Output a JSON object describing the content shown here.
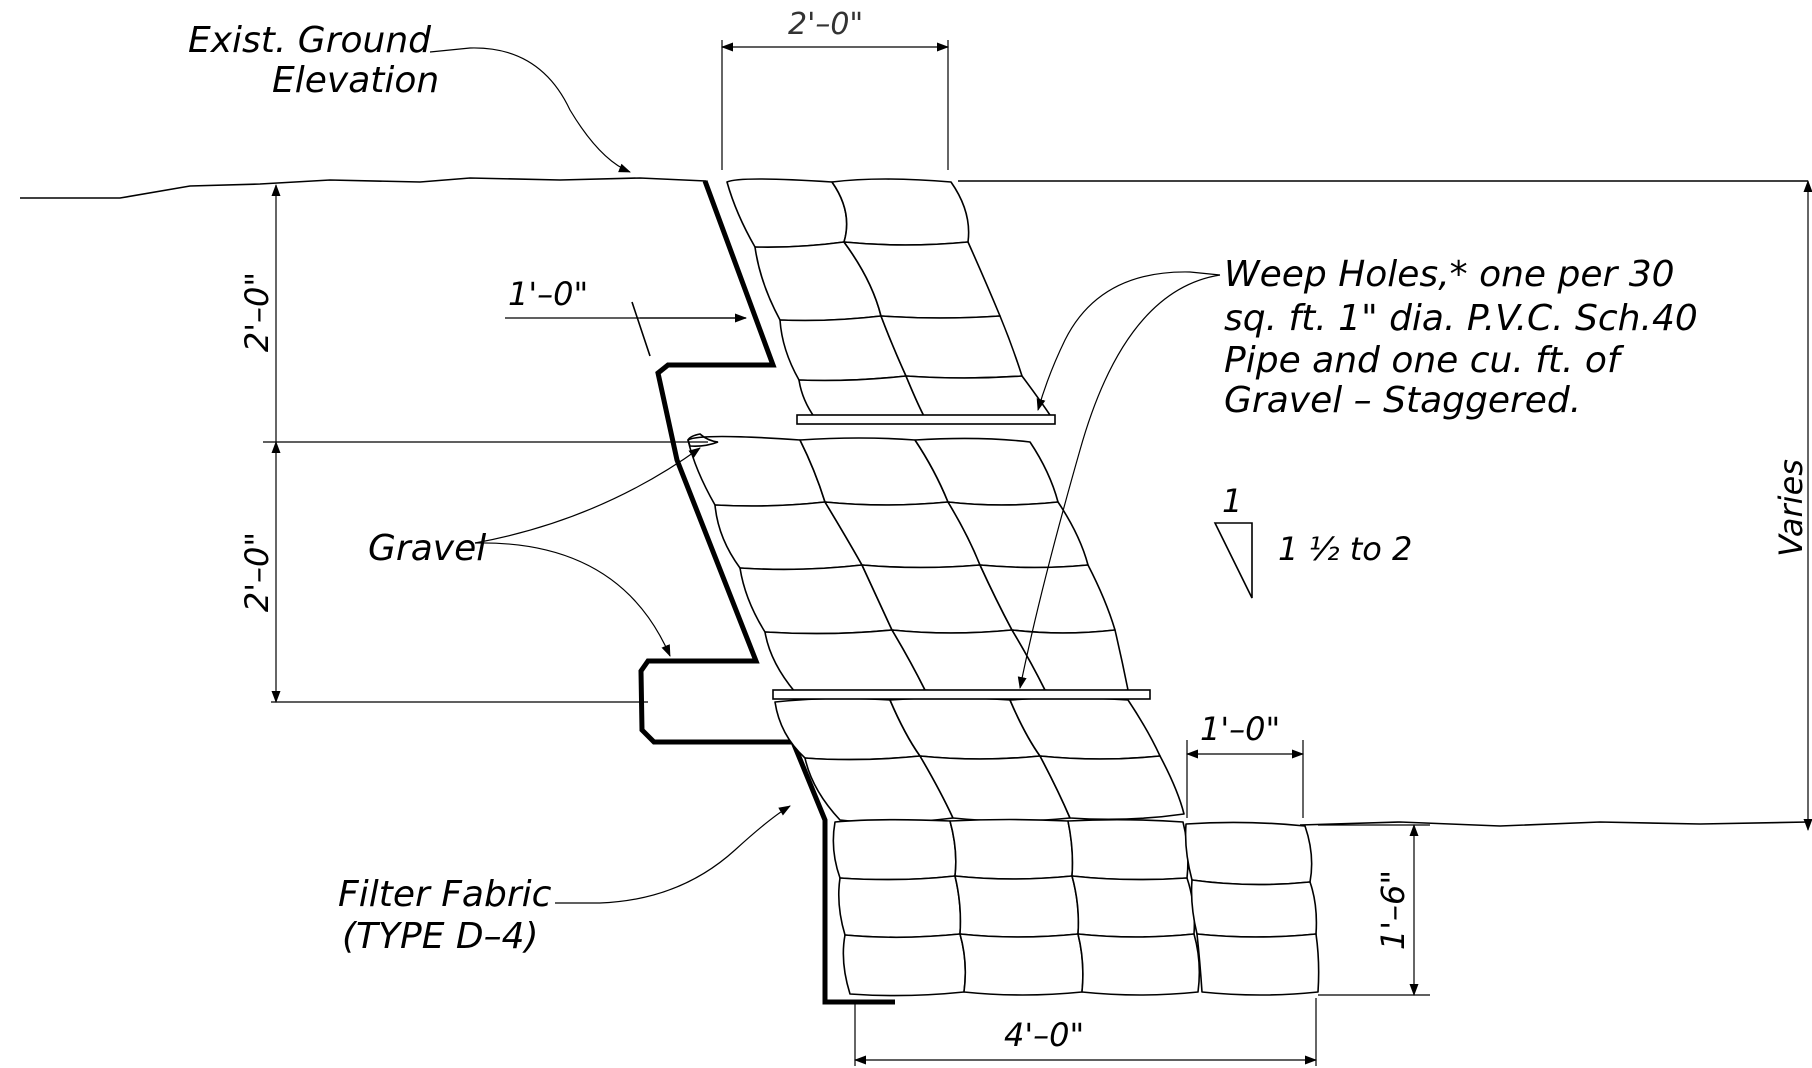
{
  "labels": {
    "exist_ground_1": "Exist. Ground",
    "exist_ground_2": "Elevation",
    "weep_1": "Weep Holes,* one per 30",
    "weep_2": "sq. ft. 1\" dia. P.V.C. Sch.40",
    "weep_3": "Pipe and one cu. ft. of",
    "weep_4": "Gravel – Staggered.",
    "gravel": "Gravel",
    "filter_1": "Filter Fabric",
    "filter_2": "(TYPE D–4)",
    "slope_rise": "1",
    "slope_run": "1 ½ to 2",
    "varies": "Varies"
  },
  "dimensions": {
    "top_width": "2'–0\"",
    "bench_offset": "1'–0\"",
    "upper_height": "2'–0\"",
    "middle_height": "2'–0\"",
    "toe_width": "1'–0\"",
    "toe_height": "1'–6\"",
    "base_width": "4'–0\""
  }
}
